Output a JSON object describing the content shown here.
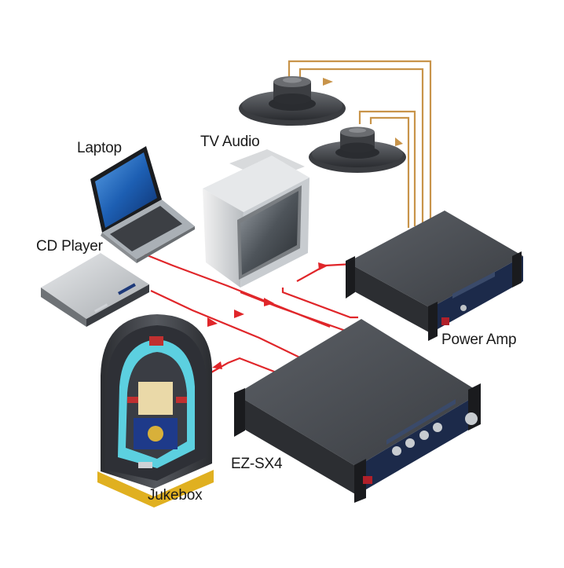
{
  "labels": {
    "laptop": "Laptop",
    "tv_audio": "TV Audio",
    "cd_player": "CD Player",
    "jukebox": "Jukebox",
    "power_amp": "Power Amp",
    "ez_sx4": "EZ-SX4"
  },
  "colors": {
    "audio_signal_line": "#e0262a",
    "speaker_line": "#c8944a",
    "device_body": "#4a4d52",
    "device_panel": "#1c2a4a",
    "background": "#ffffff"
  }
}
